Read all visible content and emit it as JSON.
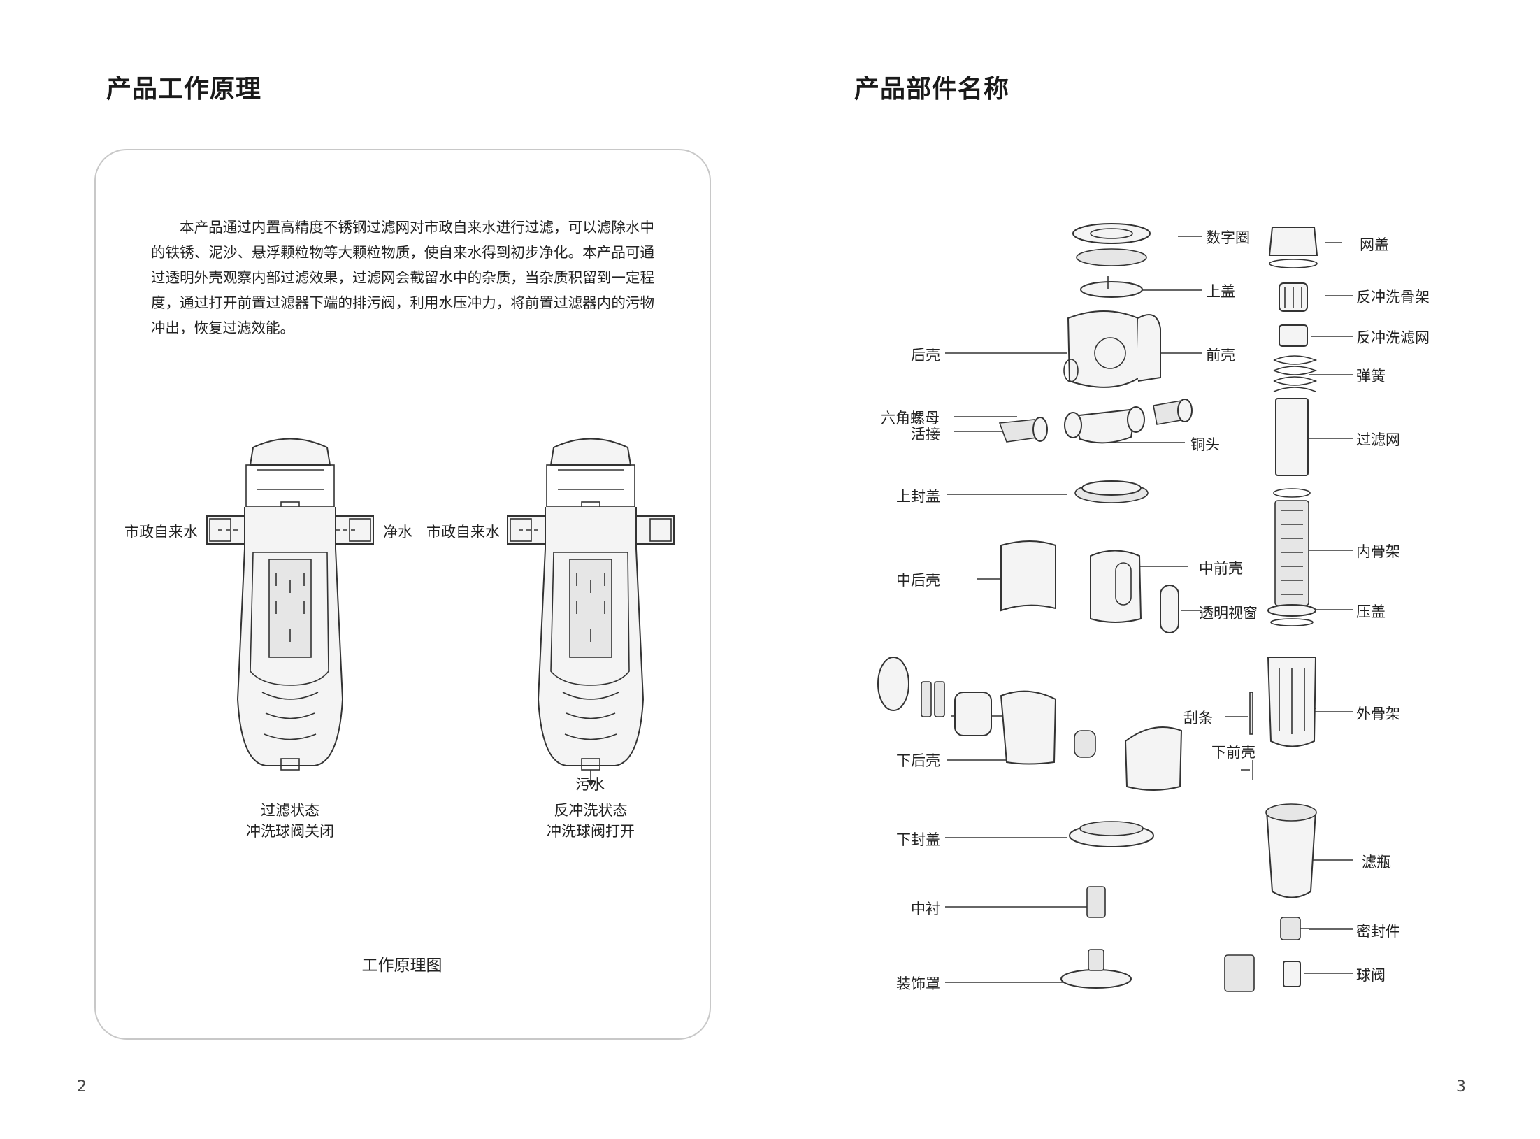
{
  "left_page": {
    "title": "产品工作原理",
    "description": "本产品通过内置高精度不锈钢过滤网对市政自来水进行过滤，可以滤除水中的铁锈、泥沙、悬浮颗粒物等大颗粒物质，使自来水得到初步净化。本产品可通过透明外壳观察内部过滤效果，过滤网会截留水中的杂质，当杂质积留到一定程度，通过打开前置过滤器下端的排污阀，利用水压冲力，将前置过滤器内的污物冲出，恢复过滤效能。",
    "diagram": {
      "filter_state": {
        "inlet_label": "市政自来水",
        "outlet_label": "净水",
        "caption_line1": "过滤状态",
        "caption_line2": "冲洗球阀关闭"
      },
      "backwash_state": {
        "inlet_label": "市政自来水",
        "drain_label": "污水",
        "caption_line1": "反冲洗状态",
        "caption_line2": "冲洗球阀打开"
      },
      "caption": "工作原理图"
    },
    "page_number": "2"
  },
  "right_page": {
    "title": "产品部件名称",
    "parts": {
      "p01": "数字圈",
      "p02": "网盖",
      "p03": "上盖",
      "p04": "反冲洗骨架",
      "p05": "反冲洗滤网",
      "p06": "后壳",
      "p07": "前壳",
      "p08": "弹簧",
      "p09": "六角螺母",
      "p10": "活接",
      "p11": "铜头",
      "p12": "过滤网",
      "p13": "上封盖",
      "p14": "内骨架",
      "p15": "中后壳",
      "p16": "中前壳",
      "p17": "透明视窗",
      "p18": "压盖",
      "p19": "刮条",
      "p20": "外骨架",
      "p21": "下后壳",
      "p22": "下前壳",
      "p23": "下封盖",
      "p24": "滤瓶",
      "p25": "中衬",
      "p26": "密封件",
      "p27": "装饰罩",
      "p28": "球阀"
    },
    "page_number": "3"
  }
}
